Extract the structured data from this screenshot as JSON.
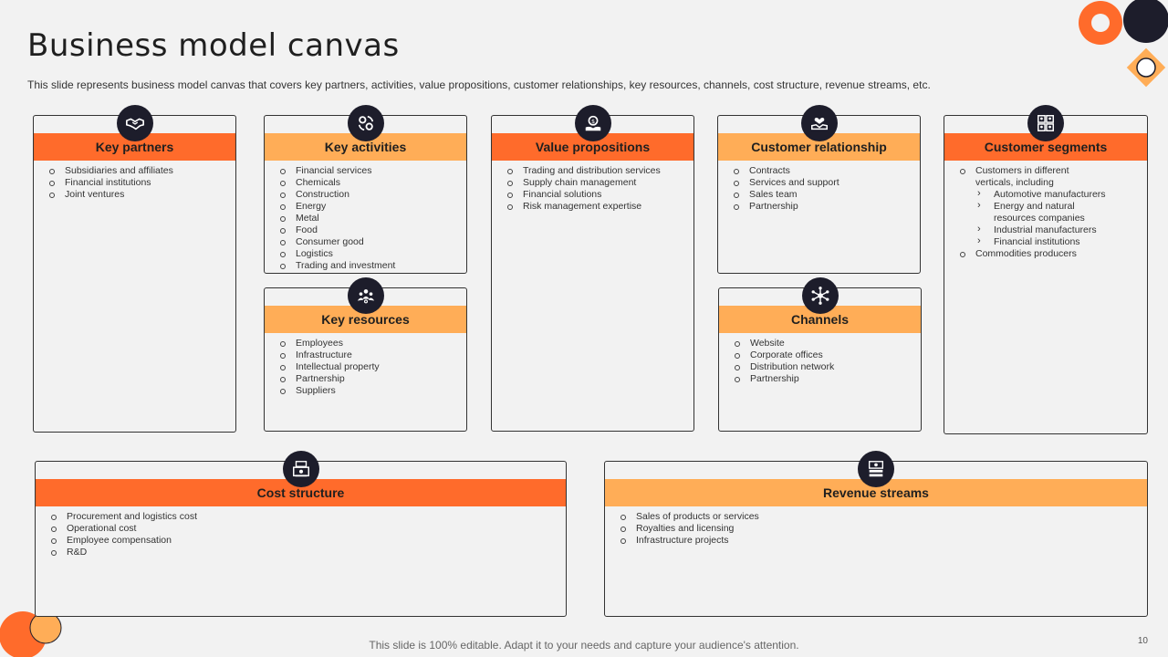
{
  "title": "Business model canvas",
  "subtitle": "This slide represents business model canvas that covers key partners, activities, value propositions, customer relationships, key resources, channels, cost structure, revenue streams, etc.",
  "colors": {
    "dark_orange": "#ff6b2b",
    "light_orange": "#ffad57",
    "navy": "#1d1d2b",
    "background": "#f2f2f2"
  },
  "cards": {
    "key_partners": {
      "title": "Key partners",
      "icon": "handshake-icon",
      "items": [
        "Subsidiaries and affiliates",
        "Financial institutions",
        "Joint ventures"
      ]
    },
    "key_activities": {
      "title": "Key activities",
      "icon": "gears-cycle-icon",
      "items": [
        "Financial services",
        "Chemicals",
        "Construction",
        "Energy",
        "Metal",
        "Food",
        "Consumer good",
        "Logistics",
        "Trading and investment"
      ]
    },
    "value_propositions": {
      "title": "Value propositions",
      "icon": "money-hand-icon",
      "items": [
        "Trading and distribution services",
        "Supply chain management",
        "Financial solutions",
        "Risk management expertise"
      ]
    },
    "customer_relationship": {
      "title": "Customer relationship",
      "icon": "handshake-heart-icon",
      "items": [
        "Contracts",
        "Services and support",
        "Sales team",
        "Partnership"
      ]
    },
    "customer_segments": {
      "title": "Customer segments",
      "icon": "grid-people-icon",
      "items": [
        "Customers in different",
        "verticals, including",
        "Automotive manufacturers",
        "Energy and natural",
        "resources companies",
        "Industrial manufacturers",
        "Financial institutions",
        "Commodities producers"
      ]
    },
    "key_resources": {
      "title": "Key resources",
      "icon": "team-icon",
      "items": [
        "Employees",
        "Infrastructure",
        "Intellectual property",
        "Partnership",
        "Suppliers"
      ]
    },
    "channels": {
      "title": "Channels",
      "icon": "network-icon",
      "items": [
        "Website",
        "Corporate offices",
        "Distribution network",
        "Partnership"
      ]
    },
    "cost_structure": {
      "title": "Cost structure",
      "icon": "cash-register-icon",
      "items": [
        "Procurement and logistics cost",
        "Operational cost",
        "Employee  compensation",
        "R&D"
      ]
    },
    "revenue_streams": {
      "title": "Revenue streams",
      "icon": "money-stack-icon",
      "items": [
        "Sales of products or services",
        "Royalties and licensing",
        "Infrastructure projects"
      ]
    }
  },
  "footer": "This slide is 100% editable. Adapt it to your needs and capture your audience's attention.",
  "page_number": "10"
}
